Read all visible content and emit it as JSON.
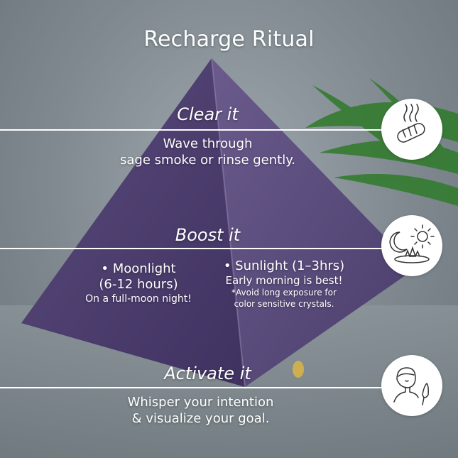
{
  "title": "Recharge Ritual",
  "steps": [
    {
      "heading": "Clear it",
      "lines": [
        "Wave through",
        "sage smoke or rinse gently."
      ],
      "icon": "sage-smudge-icon"
    },
    {
      "heading": "Boost it",
      "moon": {
        "title": "• Moonlight",
        "duration": "(6-12 hours)",
        "note": "On a full-moon night!"
      },
      "sun": {
        "title": "• Sunlight (1–3hrs)",
        "note": "Early morning is best!",
        "caution_line1": "*Avoid long exposure for",
        "caution_line2": "color sensitive crystals."
      },
      "icon": "moon-sun-crystal-icon"
    },
    {
      "heading": "Activate it",
      "lines": [
        "Whisper your intention",
        "& visualize your goal."
      ],
      "icon": "woman-praying-icon"
    }
  ],
  "colors": {
    "background": "#7f898f",
    "crystal": "#4d3f6d",
    "leaf": "#2f7a2a",
    "text": "#ffffff"
  }
}
